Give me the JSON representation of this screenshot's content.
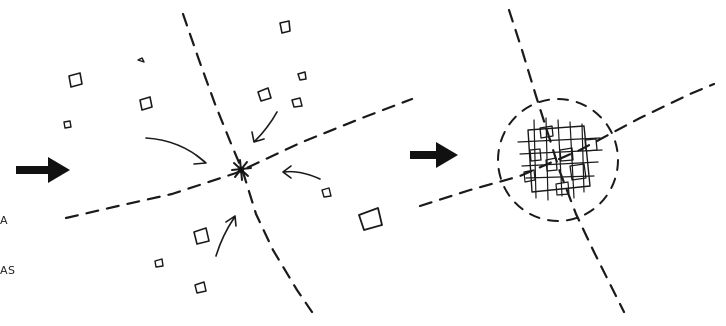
{
  "diagram": {
    "edge_labels": [
      "A",
      "AS"
    ],
    "colors": {
      "ink": "#1a1a1a",
      "background": "#ffffff"
    },
    "left_panel": {
      "description_items": [
        "scattered-buildings",
        "crossing-roads",
        "convergence-arrows",
        "center-node"
      ]
    },
    "right_panel": {
      "description_items": [
        "crossing-roads",
        "dense-cluster",
        "dashed-boundary-circle"
      ]
    }
  }
}
